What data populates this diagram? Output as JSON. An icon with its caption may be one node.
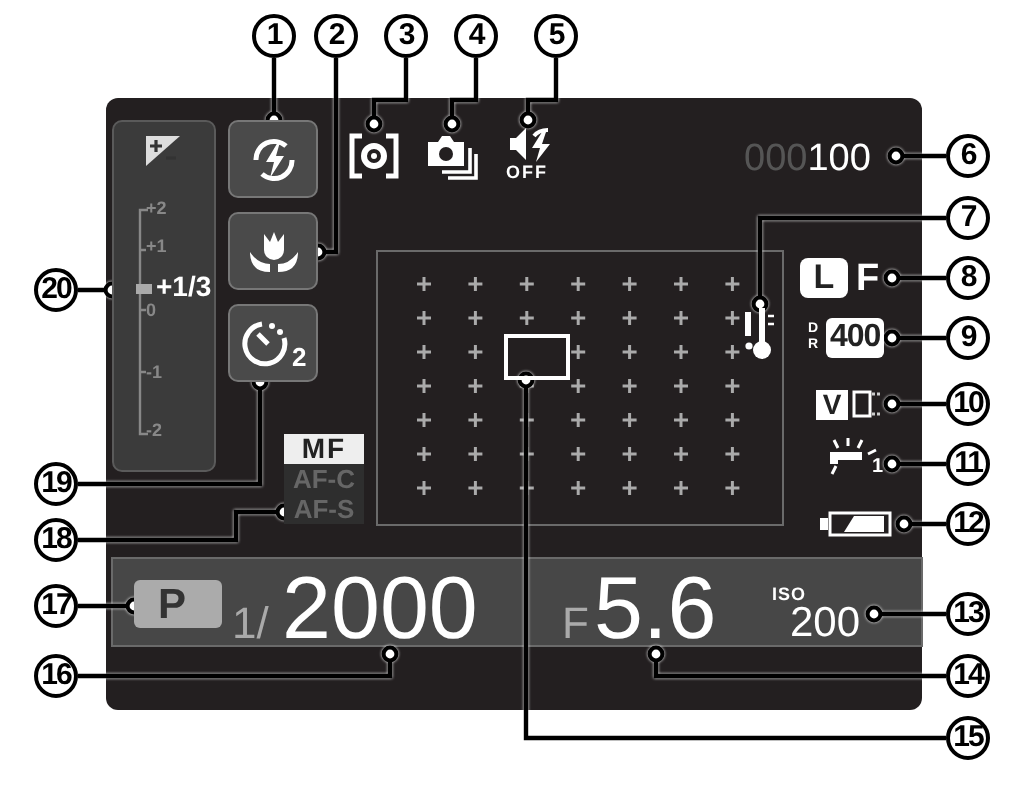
{
  "diagram": {
    "nodes": [
      {
        "text": [
          "1"
        ]
      },
      {
        "text": [
          "2"
        ]
      },
      {
        "text": [
          "3"
        ]
      },
      {
        "text": [
          "4"
        ]
      },
      {
        "text": [
          "5"
        ]
      },
      {
        "text": [
          "6"
        ]
      },
      {
        "text": [
          "7"
        ]
      },
      {
        "text": [
          "8"
        ]
      },
      {
        "text": [
          "9"
        ]
      },
      {
        "text": [
          "10"
        ]
      },
      {
        "text": [
          "11"
        ]
      },
      {
        "text": [
          "12"
        ]
      },
      {
        "text": [
          "13"
        ]
      },
      {
        "text": [
          "14"
        ]
      },
      {
        "text": [
          "15"
        ]
      },
      {
        "text": [
          "16"
        ]
      },
      {
        "text": [
          "17"
        ]
      },
      {
        "text": [
          "18"
        ]
      },
      {
        "text": [
          "19"
        ]
      },
      {
        "text": [
          "20"
        ]
      },
      {
        "text": [],
        "shape": "box"
      },
      {
        "text": [],
        "shape": "box"
      },
      {
        "text": [],
        "shape": "picture"
      },
      {
        "text": [],
        "shape": "picture"
      },
      {
        "text": [
          "OFF"
        ]
      },
      {
        "text": [
          "000100"
        ]
      },
      {
        "text": [],
        "shape": "picture"
      },
      {
        "text": [
          "L",
          "F"
        ]
      },
      {
        "text": [
          "DR",
          "400"
        ]
      },
      {
        "text": [
          "V"
        ]
      },
      {
        "text": [
          "1"
        ]
      },
      {
        "text": [],
        "shape": "picture"
      },
      {
        "text": [
          "ISO",
          "200"
        ]
      },
      {
        "text": [
          "F",
          "5.6"
        ]
      },
      {
        "text": [],
        "shape": "box"
      },
      {
        "text": [
          "1/",
          "2000"
        ]
      },
      {
        "text": [
          "P"
        ]
      },
      {
        "text": [
          "MF",
          "AF-C",
          "AF-S"
        ]
      },
      {
        "text": [
          "2"
        ]
      },
      {
        "text": [
          "+2",
          "+1",
          "+1/3",
          "0",
          "-1",
          "-2"
        ]
      }
    ],
    "edges": [
      {
        "from": 0,
        "to": 20,
        "arrow": "other"
      },
      {
        "from": 1,
        "to": 21,
        "arrow": "other"
      },
      {
        "from": 2,
        "to": 22,
        "arrow": "other"
      },
      {
        "from": 3,
        "to": 23,
        "arrow": "other"
      },
      {
        "from": 4,
        "to": 24,
        "arrow": "other"
      },
      {
        "from": 5,
        "to": 25,
        "arrow": "other"
      },
      {
        "from": 6,
        "to": 26,
        "arrow": "other"
      },
      {
        "from": 7,
        "to": 27,
        "arrow": "other"
      },
      {
        "from": 8,
        "to": 28,
        "arrow": "other"
      },
      {
        "from": 9,
        "to": 29,
        "arrow": "other"
      },
      {
        "from": 10,
        "to": 30,
        "arrow": "other"
      },
      {
        "from": 11,
        "to": 31,
        "arrow": "other"
      },
      {
        "from": 12,
        "to": 32,
        "arrow": "other"
      },
      {
        "from": 13,
        "to": 33,
        "arrow": "other"
      },
      {
        "from": 14,
        "to": 34,
        "arrow": "other"
      },
      {
        "from": 15,
        "to": 35,
        "arrow": "other"
      },
      {
        "from": 16,
        "to": 36,
        "arrow": "other"
      },
      {
        "from": 17,
        "to": 37,
        "arrow": "other"
      },
      {
        "from": 18,
        "to": 38,
        "arrow": "other"
      },
      {
        "from": 19,
        "to": 39,
        "arrow": "other"
      }
    ]
  }
}
